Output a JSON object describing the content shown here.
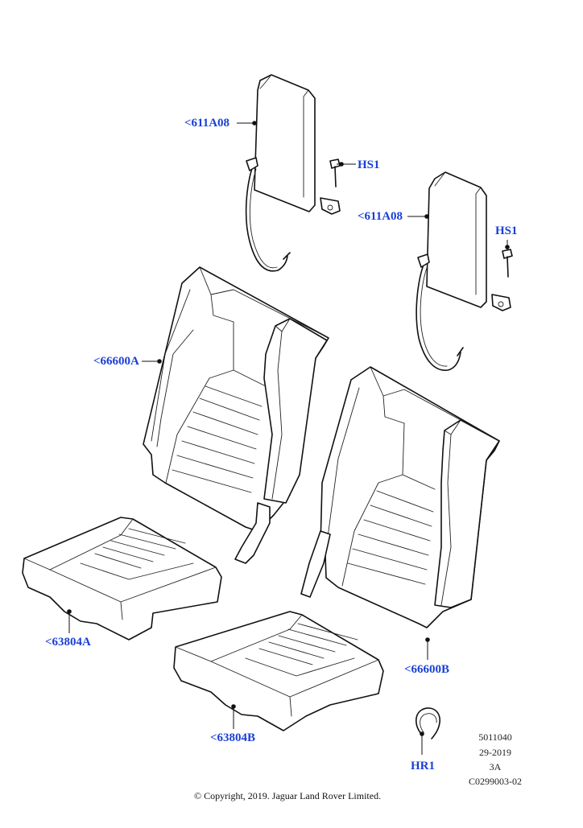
{
  "callouts": {
    "headrest_left": "<611A08",
    "headrest_right": "<611A08",
    "hs1_left": "HS1",
    "hs1_right": "HS1",
    "backrest_left": "<66600A",
    "backrest_right": "<66600B",
    "cushion_left": "<63804A",
    "cushion_right": "<63804B",
    "hr1": "HR1"
  },
  "meta": {
    "code": "5011040",
    "date": "29-2019",
    "rev": "3A",
    "drawing": "C0299003-02"
  },
  "copyright": "© Copyright, 2019. Jaguar Land Rover Limited.",
  "colors": {
    "callout": "#1a3fd6",
    "line": "#111111"
  }
}
